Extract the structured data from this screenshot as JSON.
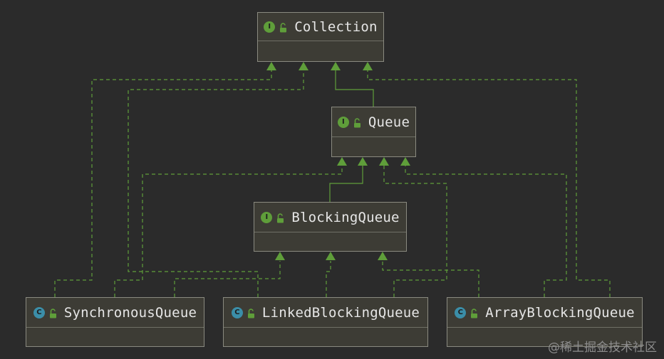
{
  "diagram": {
    "nodes": [
      {
        "id": "collection",
        "label": "Collection",
        "kind": "interface",
        "kind_letter": "I"
      },
      {
        "id": "queue",
        "label": "Queue",
        "kind": "interface",
        "kind_letter": "I"
      },
      {
        "id": "blocking_queue",
        "label": "BlockingQueue",
        "kind": "interface",
        "kind_letter": "I"
      },
      {
        "id": "synchronous_queue",
        "label": "SynchronousQueue",
        "kind": "class",
        "kind_letter": "C"
      },
      {
        "id": "linked_blocking_queue",
        "label": "LinkedBlockingQueue",
        "kind": "class",
        "kind_letter": "C"
      },
      {
        "id": "array_blocking_queue",
        "label": "ArrayBlockingQueue",
        "kind": "class",
        "kind_letter": "C"
      }
    ],
    "edges": [
      {
        "from": "queue",
        "to": "collection",
        "type": "extends"
      },
      {
        "from": "blocking_queue",
        "to": "queue",
        "type": "extends"
      },
      {
        "from": "synchronous_queue",
        "to": "collection",
        "type": "implements"
      },
      {
        "from": "linked_blocking_queue",
        "to": "collection",
        "type": "implements"
      },
      {
        "from": "array_blocking_queue",
        "to": "collection",
        "type": "implements"
      },
      {
        "from": "synchronous_queue",
        "to": "queue",
        "type": "implements"
      },
      {
        "from": "linked_blocking_queue",
        "to": "queue",
        "type": "implements"
      },
      {
        "from": "array_blocking_queue",
        "to": "queue",
        "type": "implements"
      },
      {
        "from": "synchronous_queue",
        "to": "blocking_queue",
        "type": "implements"
      },
      {
        "from": "linked_blocking_queue",
        "to": "blocking_queue",
        "type": "implements"
      },
      {
        "from": "array_blocking_queue",
        "to": "blocking_queue",
        "type": "implements"
      }
    ],
    "colors": {
      "background": "#2b2b2b",
      "node_fill": "#3d3c35",
      "node_border": "#8a8a80",
      "edge": "#5f9e3a",
      "interface_badge": "#5f9e3a",
      "class_badge": "#3b8ea8"
    },
    "icons": {
      "interface": "interface-badge-icon",
      "class": "class-badge-icon",
      "visibility": "unlocked-padlock-icon"
    }
  },
  "watermark": {
    "text": "@稀土掘金技术社区"
  }
}
